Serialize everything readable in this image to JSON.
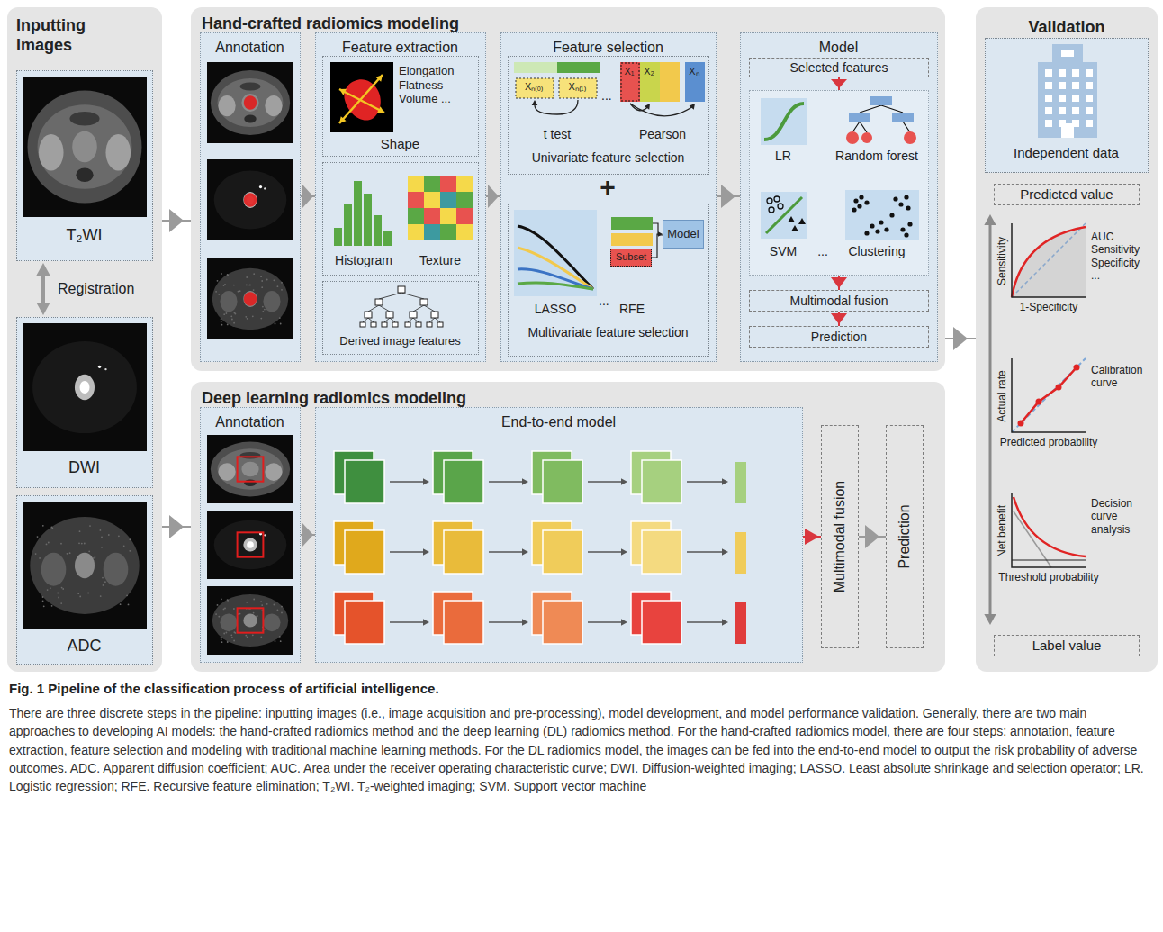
{
  "diagram": {
    "title": "Fig. 1 Pipeline of the classification process of artificial intelligence.",
    "caption": "There are three discrete steps in the pipeline: inputting images (i.e., image acquisition and pre-processing), model development, and model performance validation. Generally, there are two main approaches to developing AI models: the hand-crafted radiomics method and the deep learning (DL) radiomics method. For the hand-crafted radiomics model, there are four steps: annotation, feature extraction, feature selection and modeling with traditional machine learning methods. For the DL radiomics model, the images can be fed into the end-to-end model to output the risk probability of adverse outcomes. ADC. Apparent diffusion coefficient; AUC. Area under the receiver operating characteristic curve; DWI. Diffusion-weighted imaging; LASSO. Least absolute shrinkage and selection operator; LR. Logistic regression; RFE. Recursive feature elimination; T₂WI. T₂-weighted imaging; SVM. Support vector machine",
    "nodes": [
      {
        "text": [
          "Inputting images"
        ]
      },
      {
        "text": [
          "T₂WI"
        ],
        "in": 0
      },
      {
        "text": [
          "DWI"
        ],
        "in": 0
      },
      {
        "text": [
          "ADC"
        ],
        "in": 0
      },
      {
        "text": [
          "Hand-crafted radiomics modeling"
        ]
      },
      {
        "text": [
          "Annotation"
        ],
        "in": 4
      },
      {
        "text": [
          "Feature extraction"
        ],
        "in": 4
      },
      {
        "text": [
          "Elongation Flatness Volume ...",
          "Shape"
        ],
        "in": 6
      },
      {
        "text": [
          "Histogram",
          "Texture"
        ],
        "in": 6
      },
      {
        "text": [
          "Derived image features"
        ],
        "in": 6
      },
      {
        "text": [
          "Feature selection"
        ],
        "in": 4
      },
      {
        "text": [
          "t test",
          "Pearson",
          "Univariate feature selection"
        ],
        "in": 10
      },
      {
        "text": [
          "LASSO",
          "RFE",
          "Multivariate feature selection"
        ],
        "in": 10
      },
      {
        "text": [
          "Model"
        ],
        "in": 12
      },
      {
        "text": [
          "Subset"
        ],
        "in": 12
      },
      {
        "text": [
          "Model"
        ],
        "in": 4
      },
      {
        "text": [
          "Selected features"
        ],
        "in": 15
      },
      {
        "text": [
          "LR",
          "Random forest",
          "SVM",
          "...",
          "Clustering"
        ],
        "in": 15
      },
      {
        "text": [
          "Multimodal fusion"
        ],
        "in": 15
      },
      {
        "text": [
          "Prediction"
        ],
        "in": 15
      },
      {
        "text": [
          "Deep learning radiomics modeling"
        ]
      },
      {
        "text": [
          "Annotation"
        ],
        "in": 20
      },
      {
        "text": [
          "End-to-end model"
        ],
        "in": 20
      },
      {
        "text": [
          "Multimodal fusion"
        ],
        "in": 20
      },
      {
        "text": [
          "Prediction"
        ],
        "in": 20
      },
      {
        "text": [
          "Validation"
        ]
      },
      {
        "text": [
          "Independent data"
        ],
        "in": 25
      },
      {
        "text": [
          "Predicted value"
        ],
        "in": 25
      },
      {
        "text": [
          "Label value"
        ],
        "in": 25
      }
    ],
    "edges": [
      {
        "from": 1,
        "to": 2,
        "label": "Registration",
        "arrow": "both"
      },
      {
        "from": 0,
        "to": 4,
        "arrow": "to"
      },
      {
        "from": 0,
        "to": 20,
        "arrow": "to"
      },
      {
        "from": 5,
        "to": 6,
        "arrow": "to"
      },
      {
        "from": 6,
        "to": 10,
        "arrow": "to"
      },
      {
        "from": 10,
        "to": 15,
        "arrow": "to"
      },
      {
        "from": 16,
        "to": 17,
        "arrow": "to"
      },
      {
        "from": 17,
        "to": 18,
        "arrow": "to"
      },
      {
        "from": 18,
        "to": 19,
        "arrow": "to"
      },
      {
        "from": 14,
        "to": 13,
        "arrow": "to"
      },
      {
        "from": 21,
        "to": 22,
        "arrow": "to"
      },
      {
        "from": 22,
        "to": 23,
        "arrow": "to"
      },
      {
        "from": 23,
        "to": 24,
        "arrow": "to"
      },
      {
        "from": 4,
        "to": 25,
        "arrow": "to"
      }
    ],
    "labels": [
      "Xₙ₍₀₎",
      "Xₙ₍₁₎",
      "...",
      "X₁",
      "X₂",
      "Xₙ",
      "+",
      "...",
      "Sensitivity",
      "1-Specificity",
      "AUC Sensitivity Specificity ...",
      "Actual rate",
      "Predicted probability",
      "Calibration curve",
      "Net benefit",
      "Threshold probability",
      "Decision curve analysis"
    ]
  }
}
